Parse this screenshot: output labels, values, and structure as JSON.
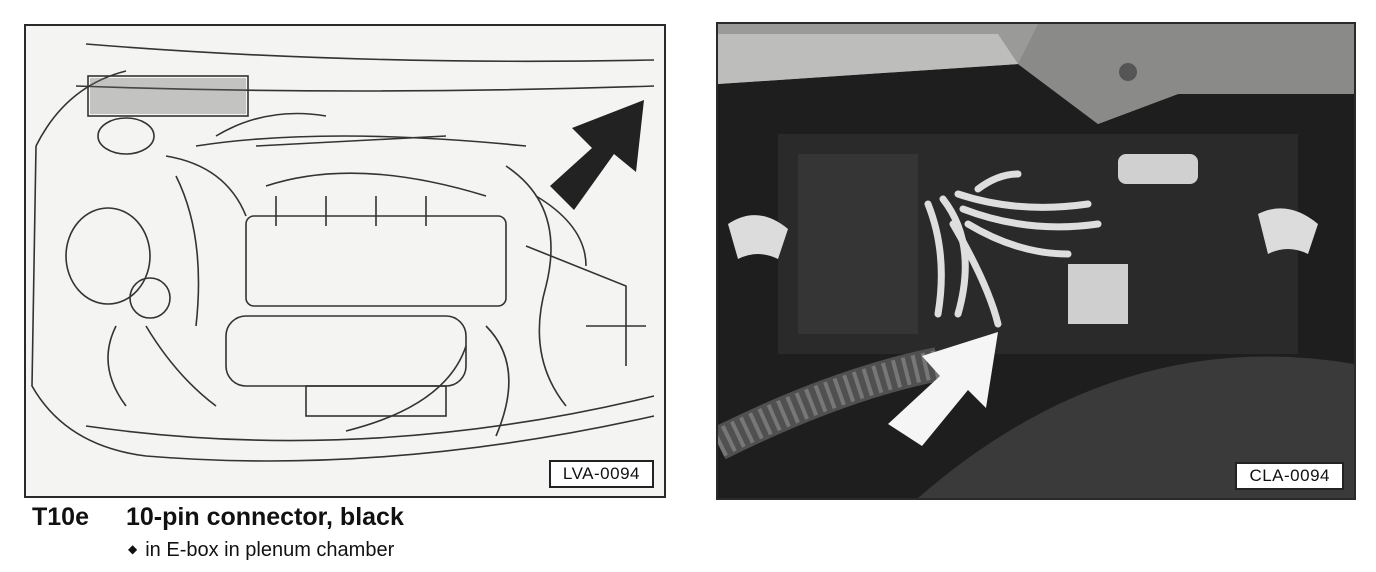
{
  "figures": {
    "left": {
      "label": "LVA-0094",
      "icon": "arrow-icon"
    },
    "right": {
      "label": "CLA-0094",
      "icon": "arrow-icon"
    }
  },
  "caption": {
    "code": "T10e",
    "title": "10-pin connector, black",
    "bullet": "in E-box in plenum chamber"
  }
}
